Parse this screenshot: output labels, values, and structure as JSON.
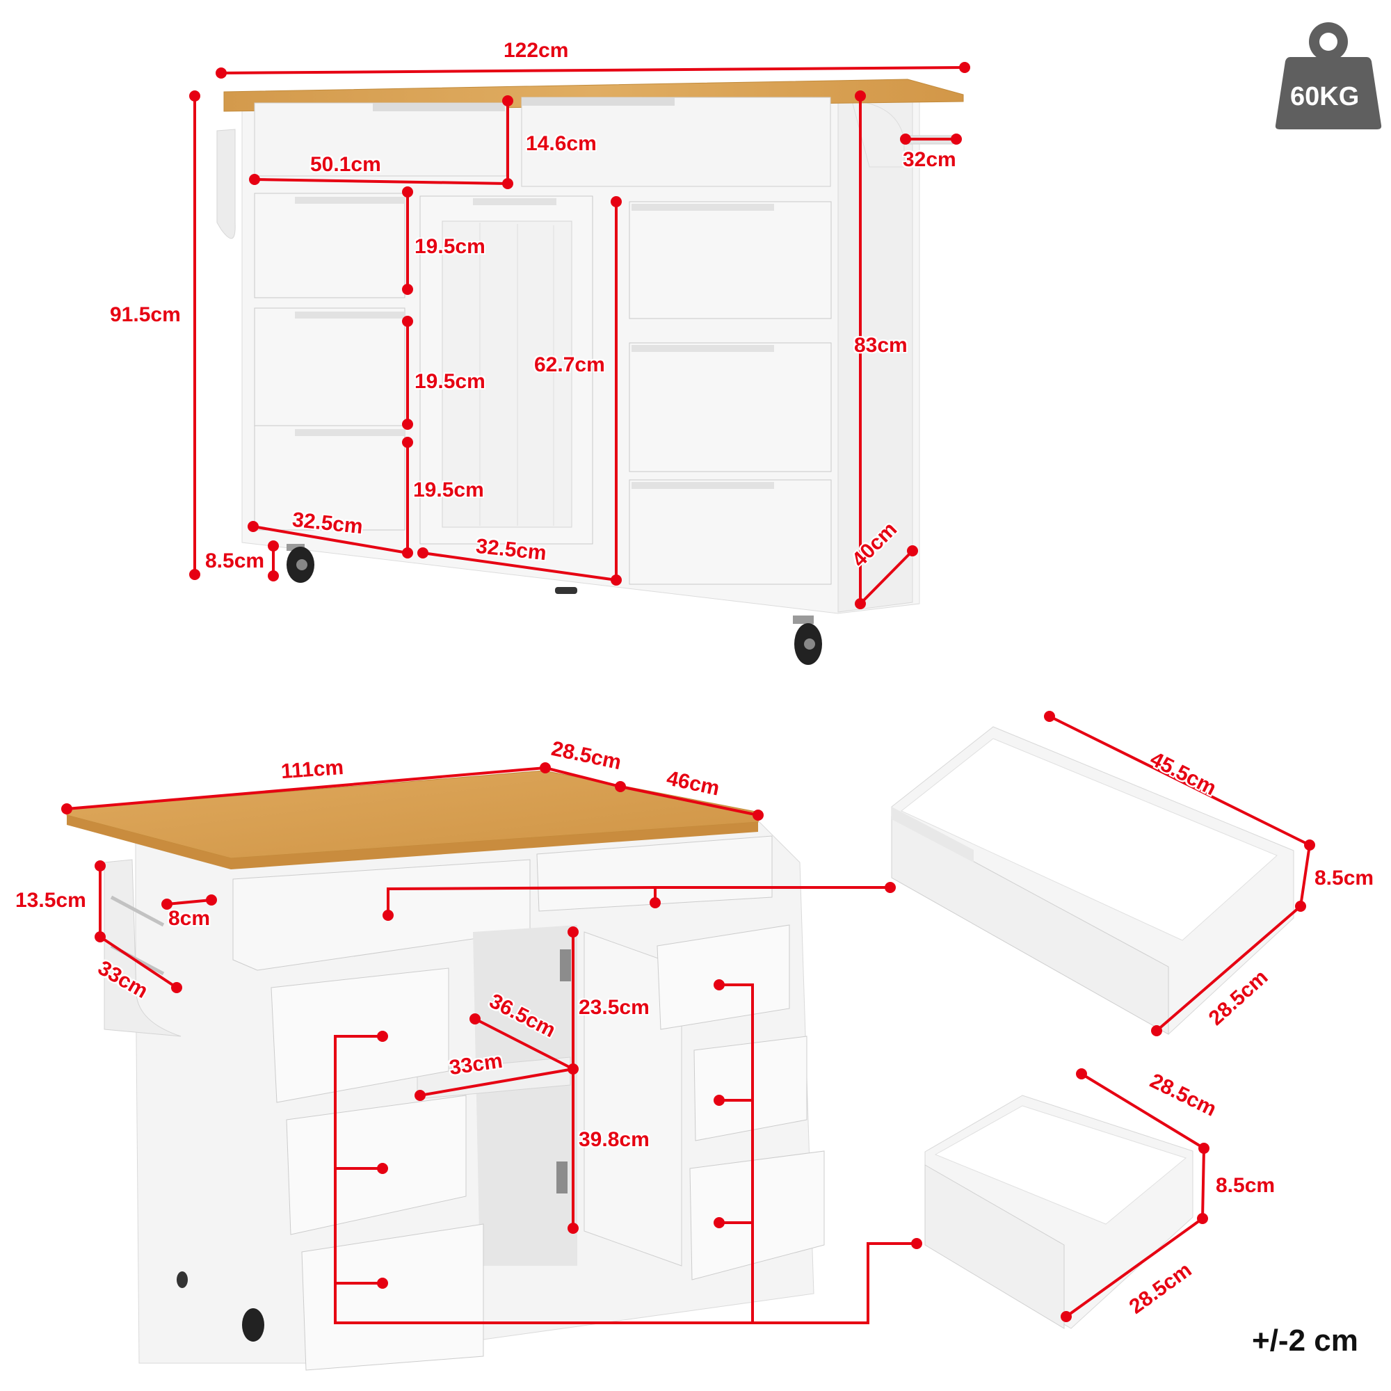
{
  "colors": {
    "dimension_red": "#e60012",
    "wood_top": "#d9a253",
    "wood_edge": "#c98c3e",
    "cabinet_white": "#f4f4f4",
    "cabinet_shade": "#e2e2e2",
    "weight_icon": "#5f5f5f",
    "tolerance_text": "#111111"
  },
  "weight_badge": {
    "icon": "weight-icon",
    "label": "60KG"
  },
  "front_view": {
    "overall_width": "122cm",
    "top_drawer_width": "50.1cm",
    "top_drawer_height": "14.6cm",
    "towel_bar_depth": "32cm",
    "overall_height": "91.5cm",
    "body_height": "83cm",
    "side_depth": "40cm",
    "left_drawer_heights": [
      "19.5cm",
      "19.5cm",
      "19.5cm"
    ],
    "door_height": "62.7cm",
    "left_drawer_width": "32.5cm",
    "door_width": "32.5cm",
    "caster_height": "8.5cm"
  },
  "iso_view": {
    "top_length": "111cm",
    "drop_leaf": "28.5cm",
    "top_depth": "46cm",
    "rack_height": "13.5cm",
    "rack_width": "8cm",
    "rack_length": "33cm",
    "shelf_depth": "36.5cm",
    "shelf_width": "33cm",
    "upper_compartment": "23.5cm",
    "lower_compartment": "39.8cm"
  },
  "large_drawer": {
    "length": "45.5cm",
    "height": "8.5cm",
    "width": "28.5cm"
  },
  "small_drawer": {
    "length": "28.5cm",
    "height": "8.5cm",
    "width": "28.5cm"
  },
  "tolerance": "+/-2 cm"
}
